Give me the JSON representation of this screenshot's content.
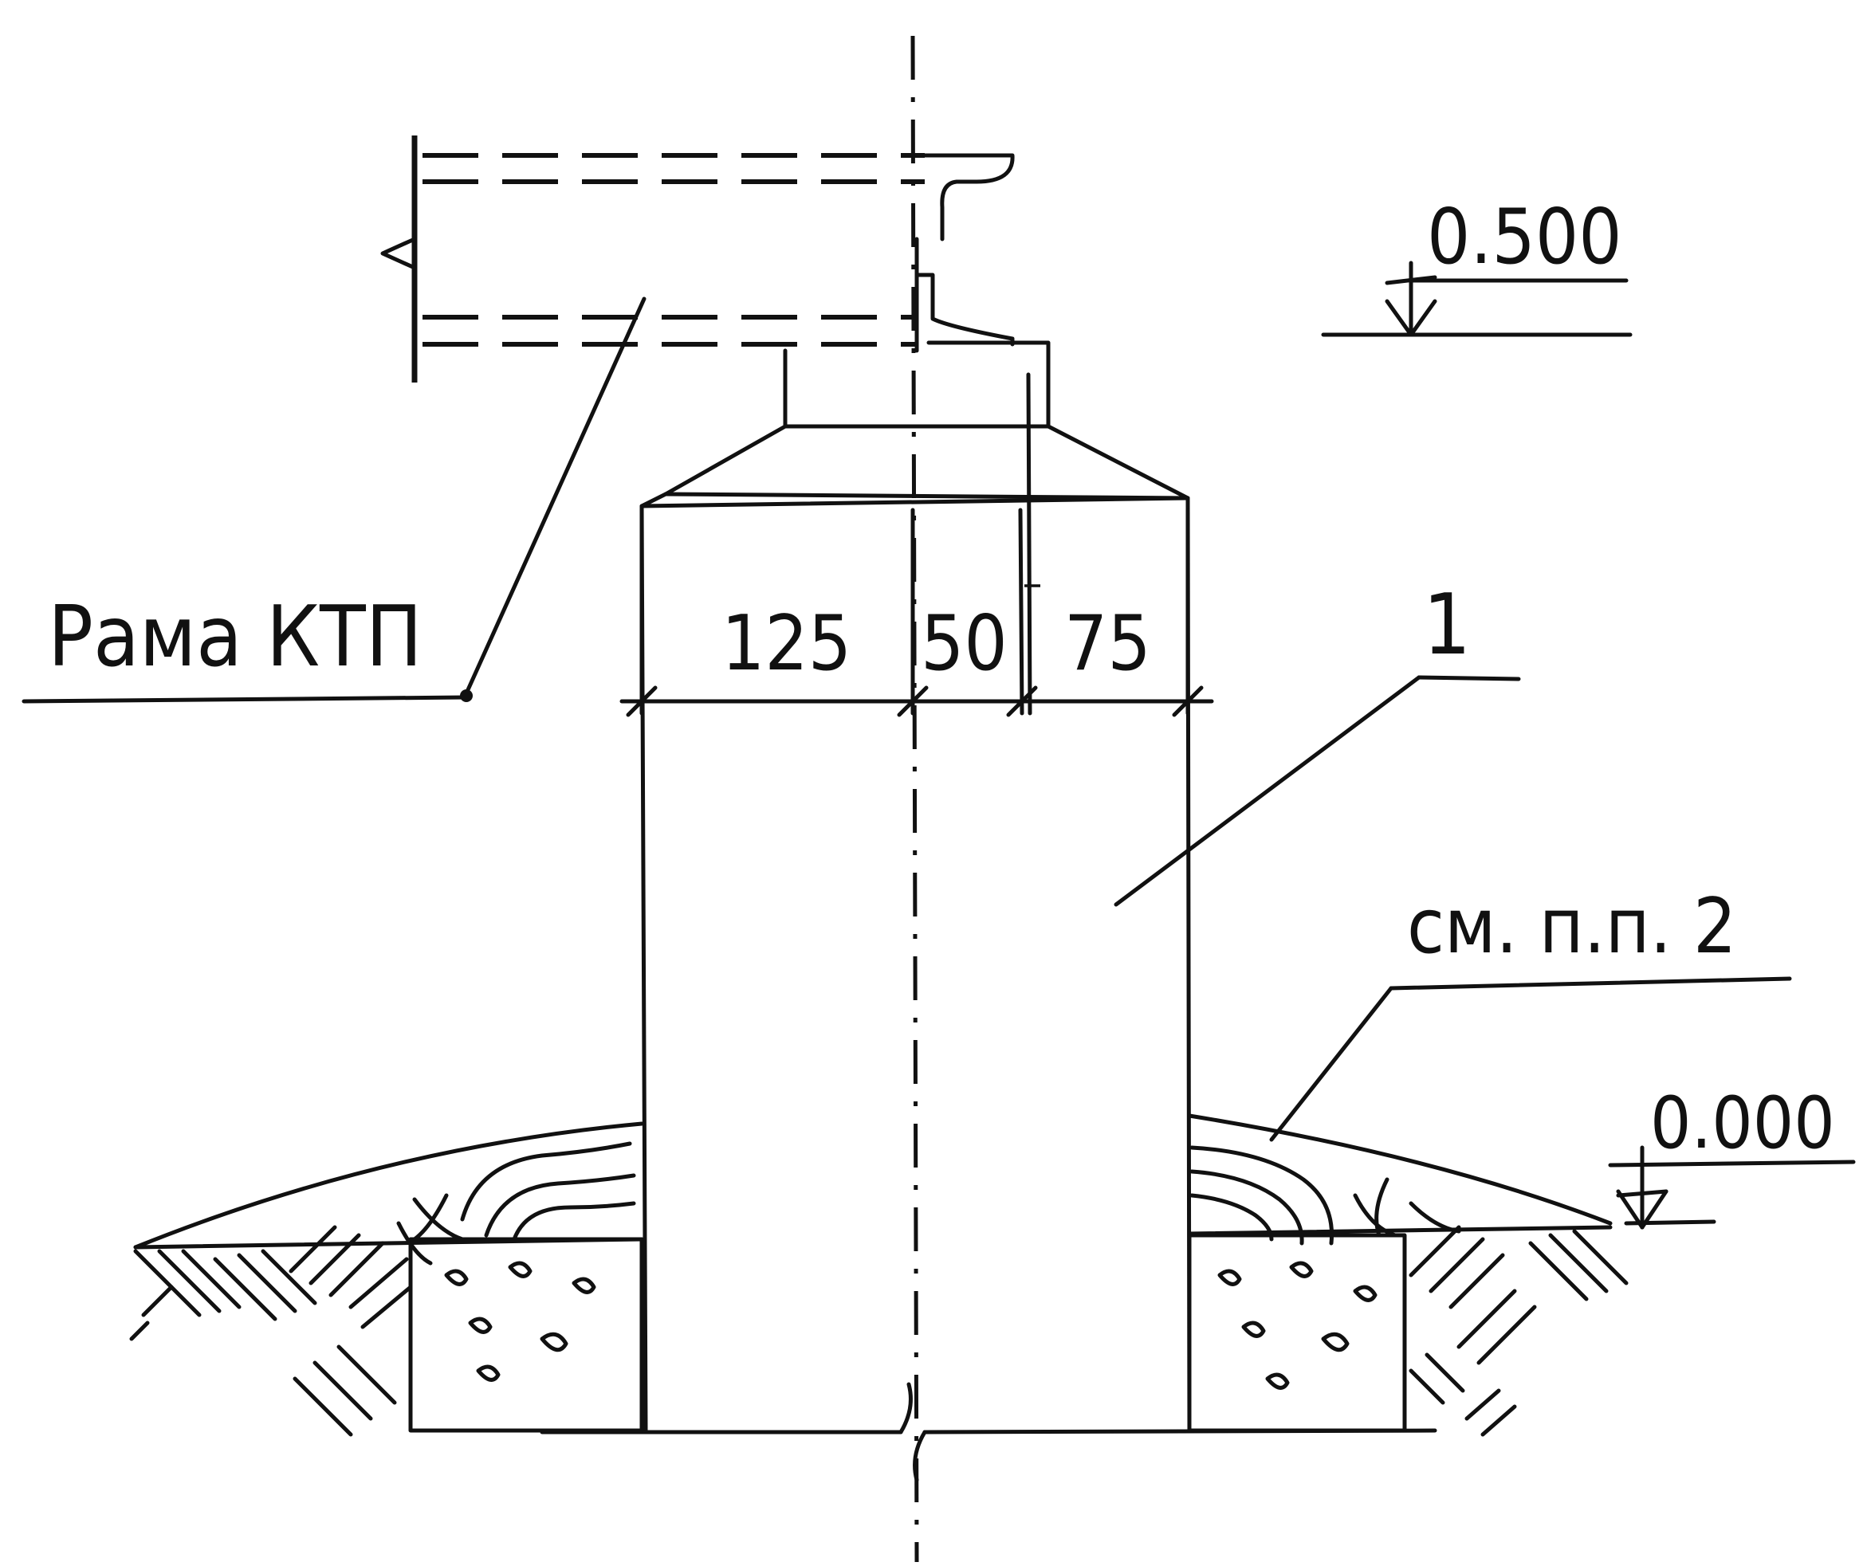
{
  "labels": {
    "frame": "Рама КТП",
    "position": "1",
    "note": "см. п.п. 2",
    "level_top": "0.500",
    "level_ground": "0.000",
    "dim_left": "125",
    "dim_center": "50",
    "dim_right": "75"
  }
}
